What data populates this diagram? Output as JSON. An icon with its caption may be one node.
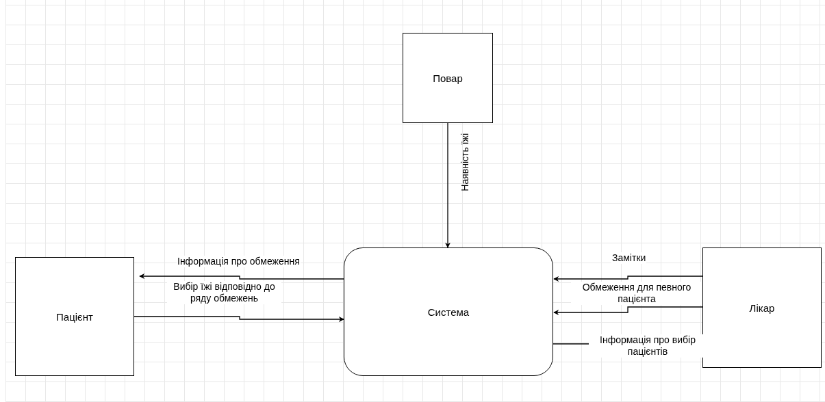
{
  "diagram": {
    "nodes": [
      {
        "text": [
          "Повар"
        ]
      },
      {
        "text": [
          "Пацієнт"
        ]
      },
      {
        "text": [
          "Система"
        ]
      },
      {
        "text": [
          "Лікар"
        ]
      }
    ],
    "edges": [
      {
        "from": 0,
        "to": 2,
        "arrow": "to",
        "label": "Наявність їжі"
      },
      {
        "from": 2,
        "to": 1,
        "arrow": "to",
        "label": "Інформація про обмеження"
      },
      {
        "from": 1,
        "to": 2,
        "arrow": "to",
        "label": "Вибір їжі відповідно до ряду обмежень"
      },
      {
        "from": 3,
        "to": 2,
        "arrow": "to",
        "label": "Замітки"
      },
      {
        "from": 3,
        "to": 2,
        "arrow": "to",
        "label": "Обмеження для певного пацієнта"
      },
      {
        "from": 2,
        "to": 3,
        "arrow": "none",
        "label": "Інформація про вибір пацієнтів"
      }
    ]
  }
}
